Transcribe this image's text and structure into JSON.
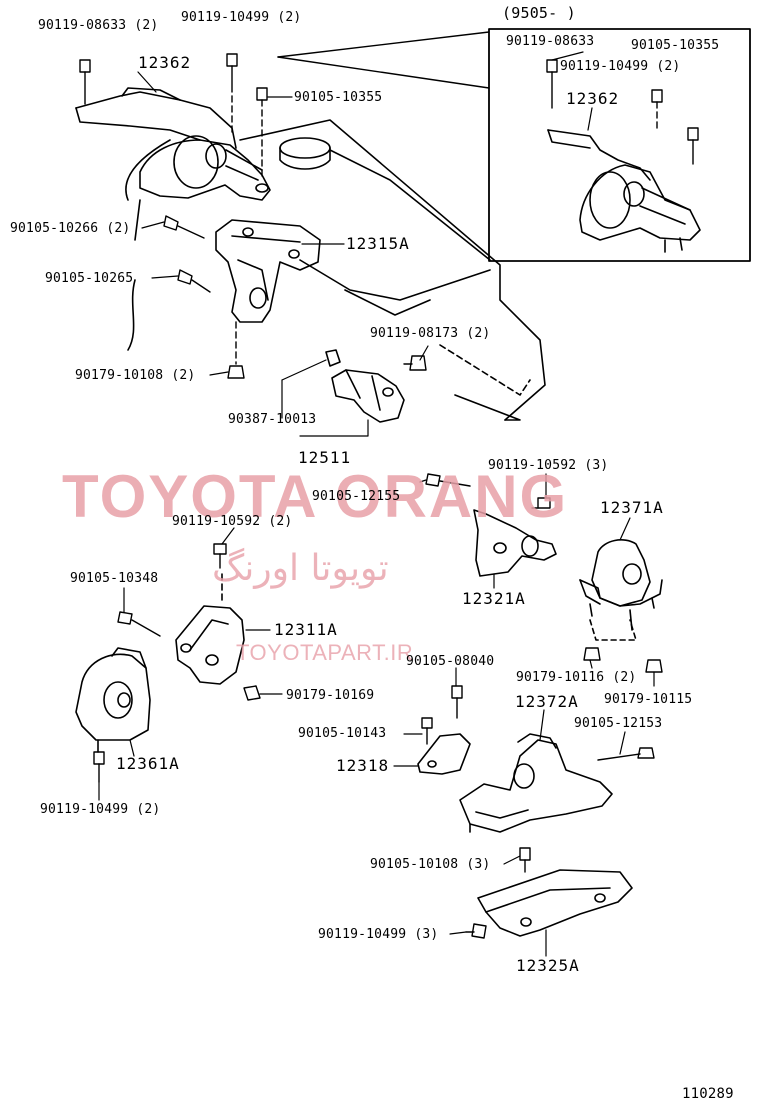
{
  "diagram": {
    "inset_header": "(9505-         )",
    "figure_number": "110289",
    "watermark": {
      "main": "TOYOTA ORANG",
      "farsi": "تویوتا اورنگ",
      "url": "TOYOTAPART.IR"
    },
    "labels": {
      "l01": "90119-08633 (2)",
      "l02": "90119-10499 (2)",
      "l03": "12362",
      "l04": "90105-10355",
      "l05": "90105-10266 (2)",
      "l06": "12315A",
      "l07": "90105-10265",
      "l08": "90119-08173 (2)",
      "l09": "90179-10108 (2)",
      "l10": "90387-10013",
      "l11": "12511",
      "l12": "90119-08633",
      "l13": "90105-10355",
      "l14": "90119-10499 (2)",
      "l15": "12362",
      "l16": "90119-10592 (3)",
      "l17": "90105-12155",
      "l18": "12371A",
      "l19": "90119-10592 (2)",
      "l20": "12321A",
      "l21": "90105-10348",
      "l22": "12311A",
      "l23": "90179-10116 (2)",
      "l24": "90179-10115",
      "l25": "90105-08040",
      "l26": "90179-10169",
      "l27": "12372A",
      "l28": "90105-10143",
      "l29": "90105-12153",
      "l30": "12318",
      "l31": "12361A",
      "l32": "90119-10499 (2)",
      "l33": "90105-10108 (3)",
      "l34": "90119-10499 (3)",
      "l35": "12325A"
    }
  }
}
